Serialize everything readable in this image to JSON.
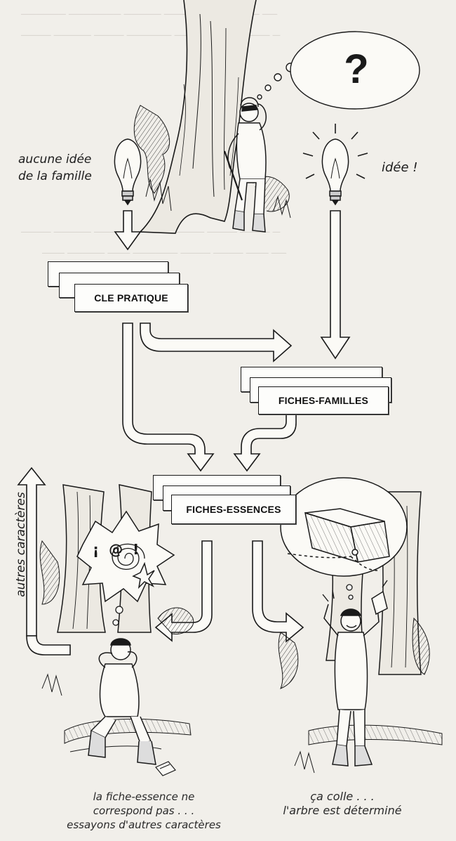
{
  "labels": {
    "no_idea_line1": "aucune idée",
    "no_idea_line2": "de la famille",
    "idea": "idée !",
    "question_mark": "?",
    "other_characters": "autres caractères"
  },
  "cards": {
    "cle_pratique": "CLE PRATIQUE",
    "fiches_familles": "FICHES-FAMILLES",
    "fiches_essences": "FICHES-ESSENCES"
  },
  "confused_symbols": "¡@!",
  "captions": {
    "fail_line1": "la fiche-essence ne",
    "fail_line2": "correspond pas . . .",
    "fail_line3": "essayons d'autres caractères",
    "success_line1": "ça colle . . .",
    "success_line2": "l'arbre est déterminé"
  },
  "colors": {
    "ink": "#1a1a1a",
    "paper": "#f1efea",
    "card": "#fdfdfb"
  }
}
